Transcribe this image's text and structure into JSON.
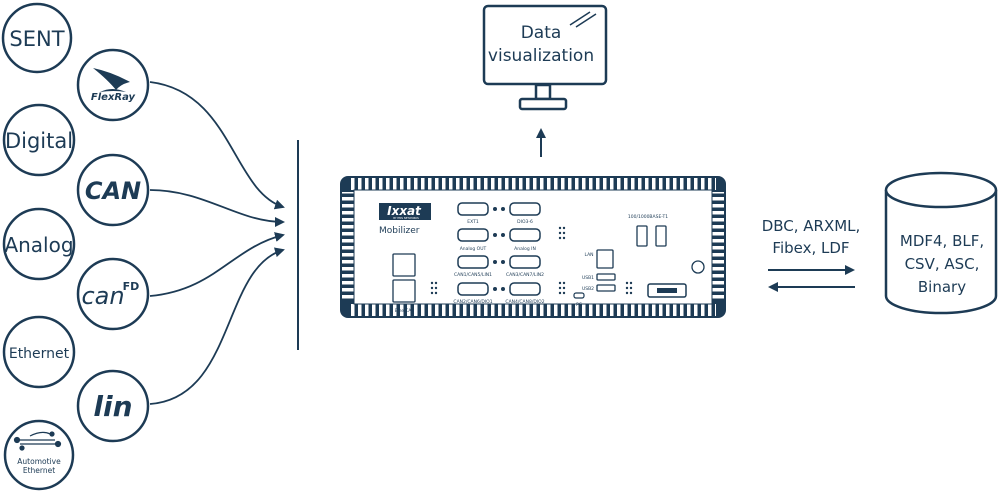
{
  "colors": {
    "navy": "#1d3b55",
    "white": "#ffffff"
  },
  "protocols": {
    "sent": "SENT",
    "flexray": "FlexRay",
    "digital": "Digital",
    "can": "CAN",
    "analog": "Analog",
    "canfd_can": "can",
    "canfd_fd": "FD",
    "ethernet": "Ethernet",
    "lin": "lin",
    "auto_eth_line1": "Automotive",
    "auto_eth_line2": "Ethernet"
  },
  "monitor": {
    "line1": "Data",
    "line2": "visualization"
  },
  "device": {
    "brand": "Ixxat",
    "brand_sub": "BY HMS NETWORKS",
    "model": "Mobilizer",
    "ports": {
      "ext1": "EXT1",
      "dio3_6": "DIO3-6",
      "analog_out": "Analog OUT",
      "analog_in": "Analog IN",
      "can1": "CAN1/CAN5/LIN1",
      "can3": "CAN3/CAN7/LIN2",
      "can2": "CAN2/CAN6/DIO1",
      "can4": "CAN4/CAN8/DIO2",
      "eth_t1": "100/1000BASE-T1",
      "lan": "LAN",
      "usb1": "USB1",
      "usb2": "USB2",
      "pc": "PC",
      "ethercat": "EtherCAT"
    }
  },
  "formats_in": {
    "line1": "DBC, ARXML,",
    "line2": "Fibex, LDF"
  },
  "database": {
    "line1": "MDF4, BLF,",
    "line2": "CSV, ASC,",
    "line3": "Binary"
  }
}
